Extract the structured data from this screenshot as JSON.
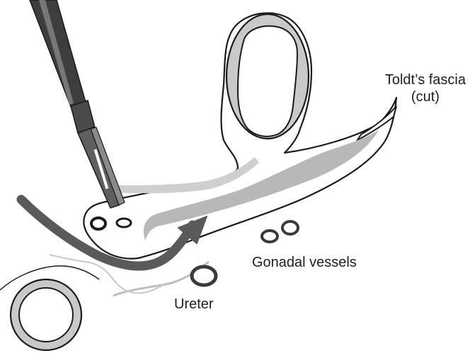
{
  "labels": {
    "toldt_line1": "Toldt’s fascia",
    "toldt_line2": "(cut)",
    "gonadal": "Gonadal vessels",
    "ureter": "Ureter"
  },
  "icons": {
    "instrument": "laparoscopic-instrument-icon",
    "arrow": "dissection-arrow-icon"
  }
}
